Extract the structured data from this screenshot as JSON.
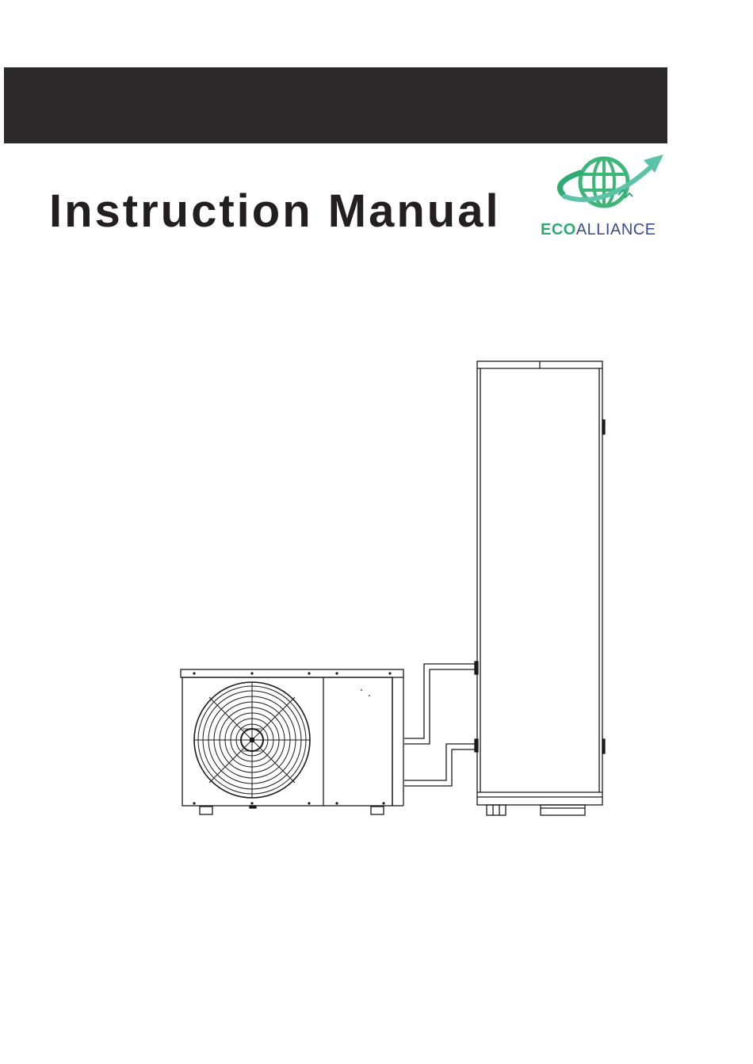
{
  "document": {
    "title": "Instruction Manual"
  },
  "logo": {
    "part1": "ECO",
    "part2": "ALLIANCE",
    "colors": {
      "eco": "#2eaa72",
      "alliance": "#3a4d8f",
      "globe": "#3db678",
      "arrow": "#5cc3a8"
    }
  },
  "header_band": {
    "color": "#2b2929"
  },
  "illustration": {
    "subject": "heat-pump-outdoor-unit-and-hot-water-tank"
  }
}
